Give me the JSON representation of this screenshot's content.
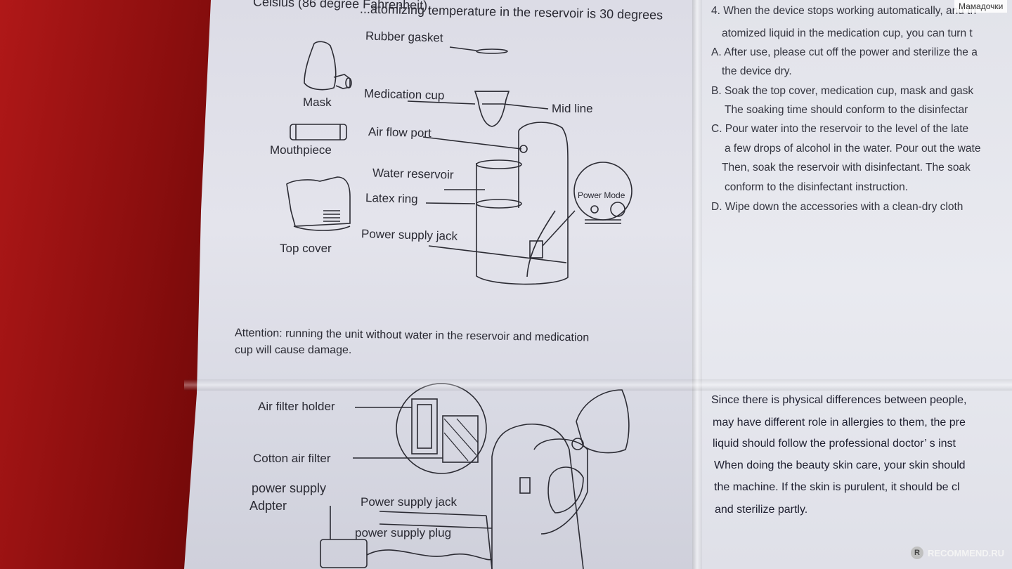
{
  "left_page": {
    "intro_line1": "...atomizing temperature in the reservoir is 30 degrees",
    "intro_line2": "Celsius (86 degree Fahrenheit).",
    "labels": {
      "rubber_gasket": "Rubber gasket",
      "mask": "Mask",
      "medication_cup": "Medication cup",
      "mid_line": "Mid line",
      "air_flow_port": "Air flow port",
      "mouthpiece": "Mouthpiece",
      "water_reservoir": "Water reservoir",
      "latex_ring": "Latex ring",
      "power_mode": "Power Mode",
      "top_cover": "Top cover",
      "power_supply_jack": "Power supply jack"
    },
    "attention_line1": "Attention: running the unit without water in the reservoir and medication",
    "attention_line2": "cup will cause damage.",
    "bottom_labels": {
      "air_filter_holder": "Air filter holder",
      "cotton_air_filter": "Cotton air filter",
      "adapter_line1": "power supply",
      "adapter_line2": "Adpter",
      "power_supply_jack": "Power supply jack",
      "power_supply_plug": "power supply plug"
    }
  },
  "right_page": {
    "lines": [
      "4. When the device stops working automatically, and th",
      "atomized liquid in the medication cup, you can turn t",
      "A. After use, please cut off the power and sterilize the a",
      "the device dry.",
      "B. Soak the top cover, medication cup, mask and gask",
      "The soaking time should conform to the disinfectar",
      "C. Pour water into the reservoir to the level of the late",
      "a few drops of alcohol in the water. Pour out the wate",
      "Then, soak the reservoir with disinfectant. The soak",
      "conform to the disinfectant instruction.",
      "D. Wipe down the accessories with a clean-dry cloth"
    ],
    "bottom_lines": [
      "Since there is physical differences between people,",
      "may have different role in allergies to them, the pre",
      "liquid should follow the professional doctor’ s inst",
      "When doing the beauty skin care, your skin should",
      "the machine. If the skin is purulent, it should be cl",
      "and sterilize partly."
    ]
  },
  "watermark": "Мамадочки",
  "badge": "RECOMMEND.RU"
}
